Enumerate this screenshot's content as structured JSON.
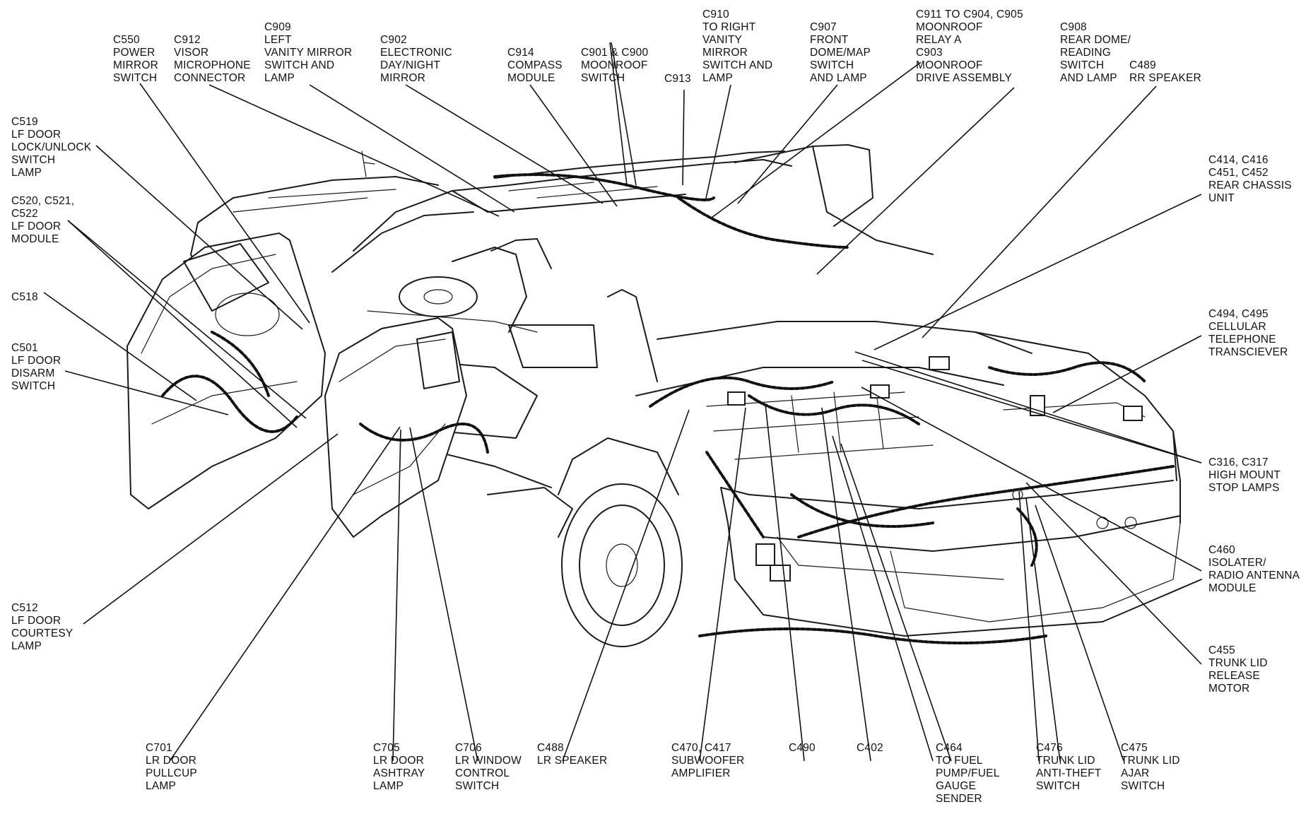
{
  "labels": [
    {
      "id": "c550",
      "text": "C550\nPOWER\nMIRROR\nSWITCH"
    },
    {
      "id": "c912",
      "text": "C912\nVISOR\nMICROPHONE\nCONNECTOR"
    },
    {
      "id": "c909",
      "text": "C909\nLEFT\nVANITY MIRROR\nSWITCH AND\nLAMP"
    },
    {
      "id": "c902",
      "text": "C902\nELECTRONIC\nDAY/NIGHT\nMIRROR"
    },
    {
      "id": "c914",
      "text": "C914\nCOMPASS\nMODULE"
    },
    {
      "id": "c901",
      "text": "C901 & C900\nMOONROOF\nSWITCH"
    },
    {
      "id": "c913",
      "text": "C913"
    },
    {
      "id": "c910",
      "text": "C910\nTO RIGHT\nVANITY\nMIRROR\nSWITCH AND\nLAMP"
    },
    {
      "id": "c907",
      "text": "C907\nFRONT\nDOME/MAP\nSWITCH\nAND LAMP"
    },
    {
      "id": "c911",
      "text": "C911 TO C904, C905\nMOONROOF\nRELAY A\nC903\nMOONROOF\nDRIVE ASSEMBLY"
    },
    {
      "id": "c908",
      "text": "C908\nREAR DOME/\nREADING\nSWITCH\nAND LAMP"
    },
    {
      "id": "c489",
      "text": "C489\nRR SPEAKER"
    },
    {
      "id": "c519",
      "text": "C519\nLF DOOR\nLOCK/UNLOCK\nSWITCH\nLAMP"
    },
    {
      "id": "c520",
      "text": "C520, C521,\nC522\nLF DOOR\nMODULE"
    },
    {
      "id": "c518",
      "text": "C518"
    },
    {
      "id": "c501",
      "text": "C501\nLF DOOR\nDISARM\nSWITCH"
    },
    {
      "id": "c512",
      "text": "C512\nLF DOOR\nCOURTESY\nLAMP"
    },
    {
      "id": "c414",
      "text": "C414, C416\nC451, C452\nREAR CHASSIS\nUNIT"
    },
    {
      "id": "c494",
      "text": "C494, C495\nCELLULAR\nTELEPHONE\nTRANSCIEVER"
    },
    {
      "id": "c316",
      "text": "C316, C317\nHIGH MOUNT\nSTOP LAMPS"
    },
    {
      "id": "c460",
      "text": "C460\nISOLATER/\nRADIO ANTENNA\nMODULE"
    },
    {
      "id": "c455",
      "text": "C455\nTRUNK LID\nRELEASE\nMOTOR"
    },
    {
      "id": "c701",
      "text": "C701\nLR DOOR\nPULLCUP\nLAMP"
    },
    {
      "id": "c705",
      "text": "C705\nLR DOOR\nASHTRAY\nLAMP"
    },
    {
      "id": "c706",
      "text": "C706\nLR WINDOW\nCONTROL\nSWITCH"
    },
    {
      "id": "c488",
      "text": "C488\nLR SPEAKER"
    },
    {
      "id": "c470",
      "text": "C470, C417\nSUBWOOFER\nAMPLIFIER"
    },
    {
      "id": "c490",
      "text": "C490"
    },
    {
      "id": "c402",
      "text": "C402"
    },
    {
      "id": "c464",
      "text": "C464\nTO FUEL\nPUMP/FUEL\nGAUGE\nSENDER"
    },
    {
      "id": "c476",
      "text": "C476\nTRUNK LID\nANTI-THEFT\nSWITCH"
    },
    {
      "id": "c475",
      "text": "C475\nTRUNK LID\nAJAR\nSWITCH"
    }
  ]
}
